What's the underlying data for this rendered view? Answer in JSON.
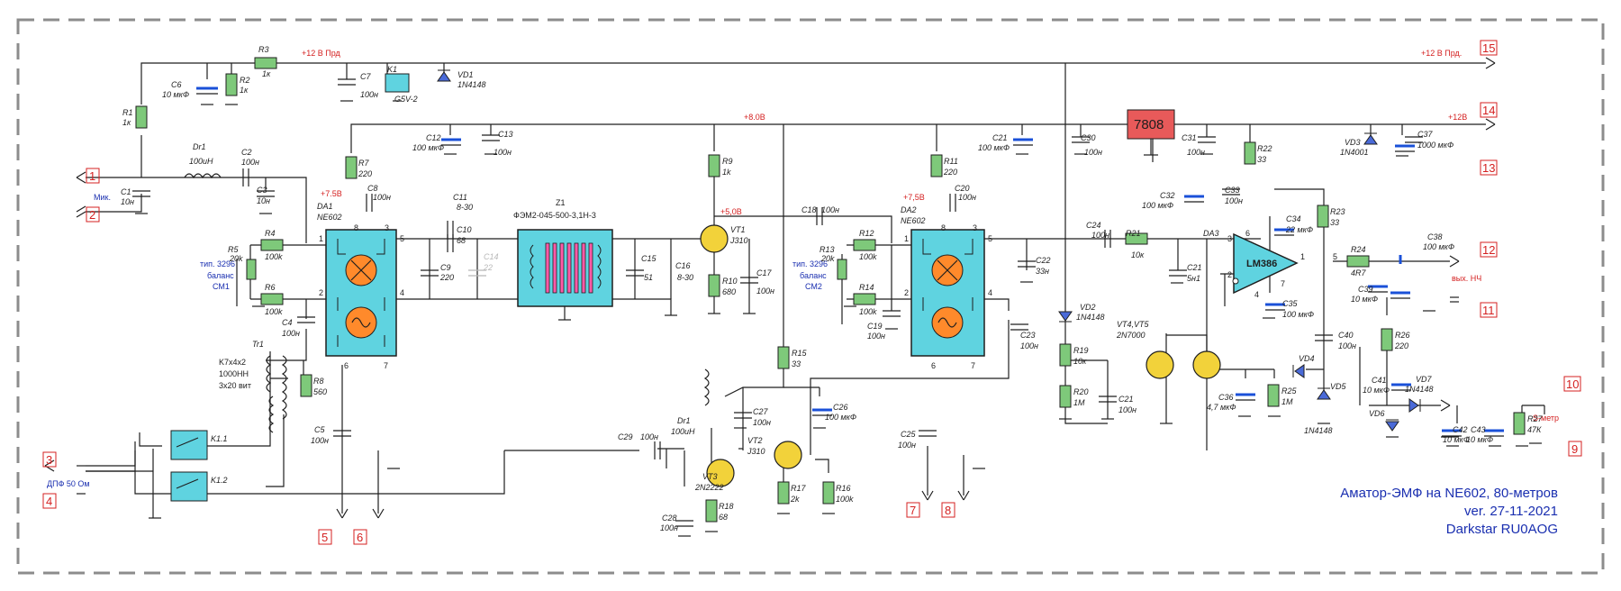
{
  "title_block": {
    "line1": "Аматор-ЭМФ на NE602, 80-метров",
    "line2": "ver. 27-11-2021",
    "line3": "Darkstar RU0AOG"
  },
  "rails": {
    "v12_prd": "+12 В Прд",
    "v12_prd_out": "+12 В Прд.",
    "v8": "+8.0В",
    "v12": "+12В",
    "v75_a": "+7.5В",
    "v75_b": "+7,5В",
    "v5": "+5,0В"
  },
  "ports": {
    "p1": "1",
    "p2": "2",
    "p3": "3",
    "p4": "4",
    "p5": "5",
    "p6": "6",
    "p7": "7",
    "p8": "8",
    "p9": "9",
    "p10": "10",
    "p11": "11",
    "p12": "12",
    "p13": "13",
    "p14": "14",
    "p15": "15"
  },
  "signals": {
    "mic": "Мик.",
    "dpf": "ДПФ 50 Ом",
    "vyh_nch": "вых. НЧ",
    "smeter": "S-метр"
  },
  "ics": {
    "da1": "DA1",
    "da1_type": "NE602",
    "da2": "DA2",
    "da2_type": "NE602",
    "da3": "DA3",
    "da3_type": "LM386",
    "reg": "7808"
  },
  "filter": {
    "name": "Z1",
    "type": "ФЭМ2-045-500-3,1Н-3",
    "c14": "C14",
    "c14_val": "22"
  },
  "transformer": {
    "name": "Tr1",
    "spec1": "K7x4x2",
    "spec2": "1000НН",
    "spec3": "3x20 вит"
  },
  "trim": {
    "type1": "тип. 3296",
    "bal1a": "баланс",
    "bal1b": "СМ1",
    "type2": "тип. 3296",
    "bal2a": "баланс",
    "bal2b": "СМ2"
  },
  "relays": {
    "k1": "K1",
    "k1_type": "G5V-2",
    "k11": "K1.1",
    "k12": "K1.2"
  },
  "pins": {
    "da1_1": "1",
    "da1_2": "2",
    "da1_3": "3",
    "da1_4": "4",
    "da1_5": "5",
    "da1_6": "6",
    "da1_7": "7",
    "da1_8": "8",
    "da2_1": "1",
    "da2_2": "2",
    "da2_3": "3",
    "da2_4": "4",
    "da2_5": "5",
    "da2_6": "6",
    "da2_7": "7",
    "da2_8": "8",
    "da3_1": "1",
    "da3_2": "2",
    "da3_3": "3",
    "da3_4": "4",
    "da3_5": "5",
    "da3_6": "6",
    "da3_7": "7"
  },
  "parts": {
    "R1": [
      "R1",
      "1к"
    ],
    "R2": [
      "R2",
      "1к"
    ],
    "R3": [
      "R3",
      "1к"
    ],
    "R4": [
      "R4",
      "100k"
    ],
    "R5": [
      "R5",
      "20k"
    ],
    "R6": [
      "R6",
      "100k"
    ],
    "R7": [
      "R7",
      "220"
    ],
    "R8": [
      "R8",
      "560"
    ],
    "R9": [
      "R9",
      "1k"
    ],
    "R10": [
      "R10",
      "680"
    ],
    "R11": [
      "R11",
      "220"
    ],
    "R12": [
      "R12",
      "100k"
    ],
    "R13": [
      "R13",
      "20k"
    ],
    "R14": [
      "R14",
      "100k"
    ],
    "R15": [
      "R15",
      "33"
    ],
    "R16": [
      "R16",
      "100k"
    ],
    "R17": [
      "R17",
      "2k"
    ],
    "R18": [
      "R18",
      "68"
    ],
    "R19": [
      "R19",
      "10к"
    ],
    "R20": [
      "R20",
      "1M"
    ],
    "R21": [
      "R21",
      "10к"
    ],
    "R22": [
      "R22",
      "33"
    ],
    "R23": [
      "R23",
      "33"
    ],
    "R24": [
      "R24",
      "4R7"
    ],
    "R25": [
      "R25",
      "1M"
    ],
    "R26": [
      "R26",
      "220"
    ],
    "R27": [
      "R27",
      "47К"
    ],
    "C1": [
      "C1",
      "10н"
    ],
    "C2": [
      "C2",
      "100н"
    ],
    "C3": [
      "C3",
      "10н"
    ],
    "C4": [
      "C4",
      "100н"
    ],
    "C5": [
      "C5",
      "100н"
    ],
    "C6": [
      "C6",
      "10 мкФ"
    ],
    "C7": [
      "C7",
      "100н"
    ],
    "C8": [
      "C8",
      "100н"
    ],
    "C9": [
      "C9",
      "220"
    ],
    "C10": [
      "C10",
      "68"
    ],
    "C11": [
      "C11",
      "8-30"
    ],
    "C12": [
      "C12",
      "100 мкФ"
    ],
    "C13": [
      "C13",
      "100н"
    ],
    "C15": [
      "C15",
      "51"
    ],
    "C16": [
      "C16",
      "8-30"
    ],
    "C17": [
      "C17",
      "100н"
    ],
    "C18": [
      "C18",
      "100н"
    ],
    "C19": [
      "C19",
      "100н"
    ],
    "C20": [
      "C20",
      "100н"
    ],
    "C21a": [
      "C21",
      "100 мкФ"
    ],
    "C21b": [
      "C21",
      "5н1"
    ],
    "C21c": [
      "C21",
      "100н"
    ],
    "C22": [
      "C22",
      "33н"
    ],
    "C23": [
      "C23",
      "100н"
    ],
    "C24": [
      "C24",
      "100н"
    ],
    "C25": [
      "C25",
      "100н"
    ],
    "C26": [
      "C26",
      "100 мкФ"
    ],
    "C27": [
      "C27",
      "100н"
    ],
    "C28": [
      "C28",
      "100н"
    ],
    "C29": [
      "C29",
      "100н"
    ],
    "C30": [
      "C30",
      "100н"
    ],
    "C31": [
      "C31",
      "100н"
    ],
    "C32": [
      "C32",
      "100 мкФ"
    ],
    "C33": [
      "C33",
      "100н"
    ],
    "C34": [
      "C34",
      "22 мкФ"
    ],
    "C35": [
      "C35",
      "100 мкФ"
    ],
    "C36": [
      "C36",
      "4,7 мкФ"
    ],
    "C37": [
      "C37",
      "1000 мкФ"
    ],
    "C38": [
      "C38",
      "100 мкФ"
    ],
    "C39": [
      "C39",
      "10 мкФ"
    ],
    "C40": [
      "C40",
      "100н"
    ],
    "C41": [
      "C41",
      "10 мкФ"
    ],
    "C42": [
      "C42",
      "10 мкФ"
    ],
    "C43": [
      "C43",
      "10 мкФ"
    ],
    "Dr1a": [
      "Dr1",
      "100uH"
    ],
    "Dr1b": [
      "Dr1",
      "100uH"
    ],
    "VD1": [
      "VD1",
      "1N4148"
    ],
    "VD2": [
      "VD2",
      "1N4148"
    ],
    "VD3": [
      "VD3",
      "1N4001"
    ],
    "VD4": [
      "VD4",
      ""
    ],
    "VD5": [
      "VD5",
      "1N4148"
    ],
    "VD6": [
      "VD6",
      ""
    ],
    "VD7": [
      "VD7",
      "1N4148"
    ],
    "VT1": [
      "VT1",
      "J310"
    ],
    "VT2": [
      "VT2",
      "J310"
    ],
    "VT3": [
      "VT3",
      "2N2222"
    ],
    "VT45": [
      "VT4,VT5",
      "2N7000"
    ]
  },
  "colors": {
    "wire": "#1e1e1e",
    "resistor": "#7ec97a",
    "ic": "#5fd3e0",
    "osc": "#ff8a2b",
    "port": "#d42020",
    "note": "#1a2fb0",
    "reg": "#e85a5a",
    "cap_elec": "#1a50d8"
  }
}
